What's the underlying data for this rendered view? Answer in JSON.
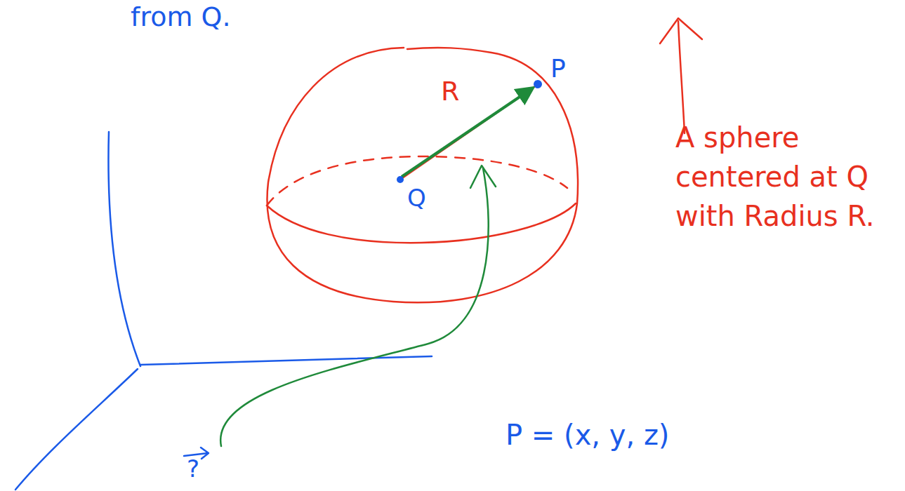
{
  "diagram": {
    "labels": [
      "from Q.",
      "R",
      "P",
      "Q",
      "A sphere centered at Q with Radius R.",
      "P = (x, y, z)",
      "?"
    ]
  }
}
